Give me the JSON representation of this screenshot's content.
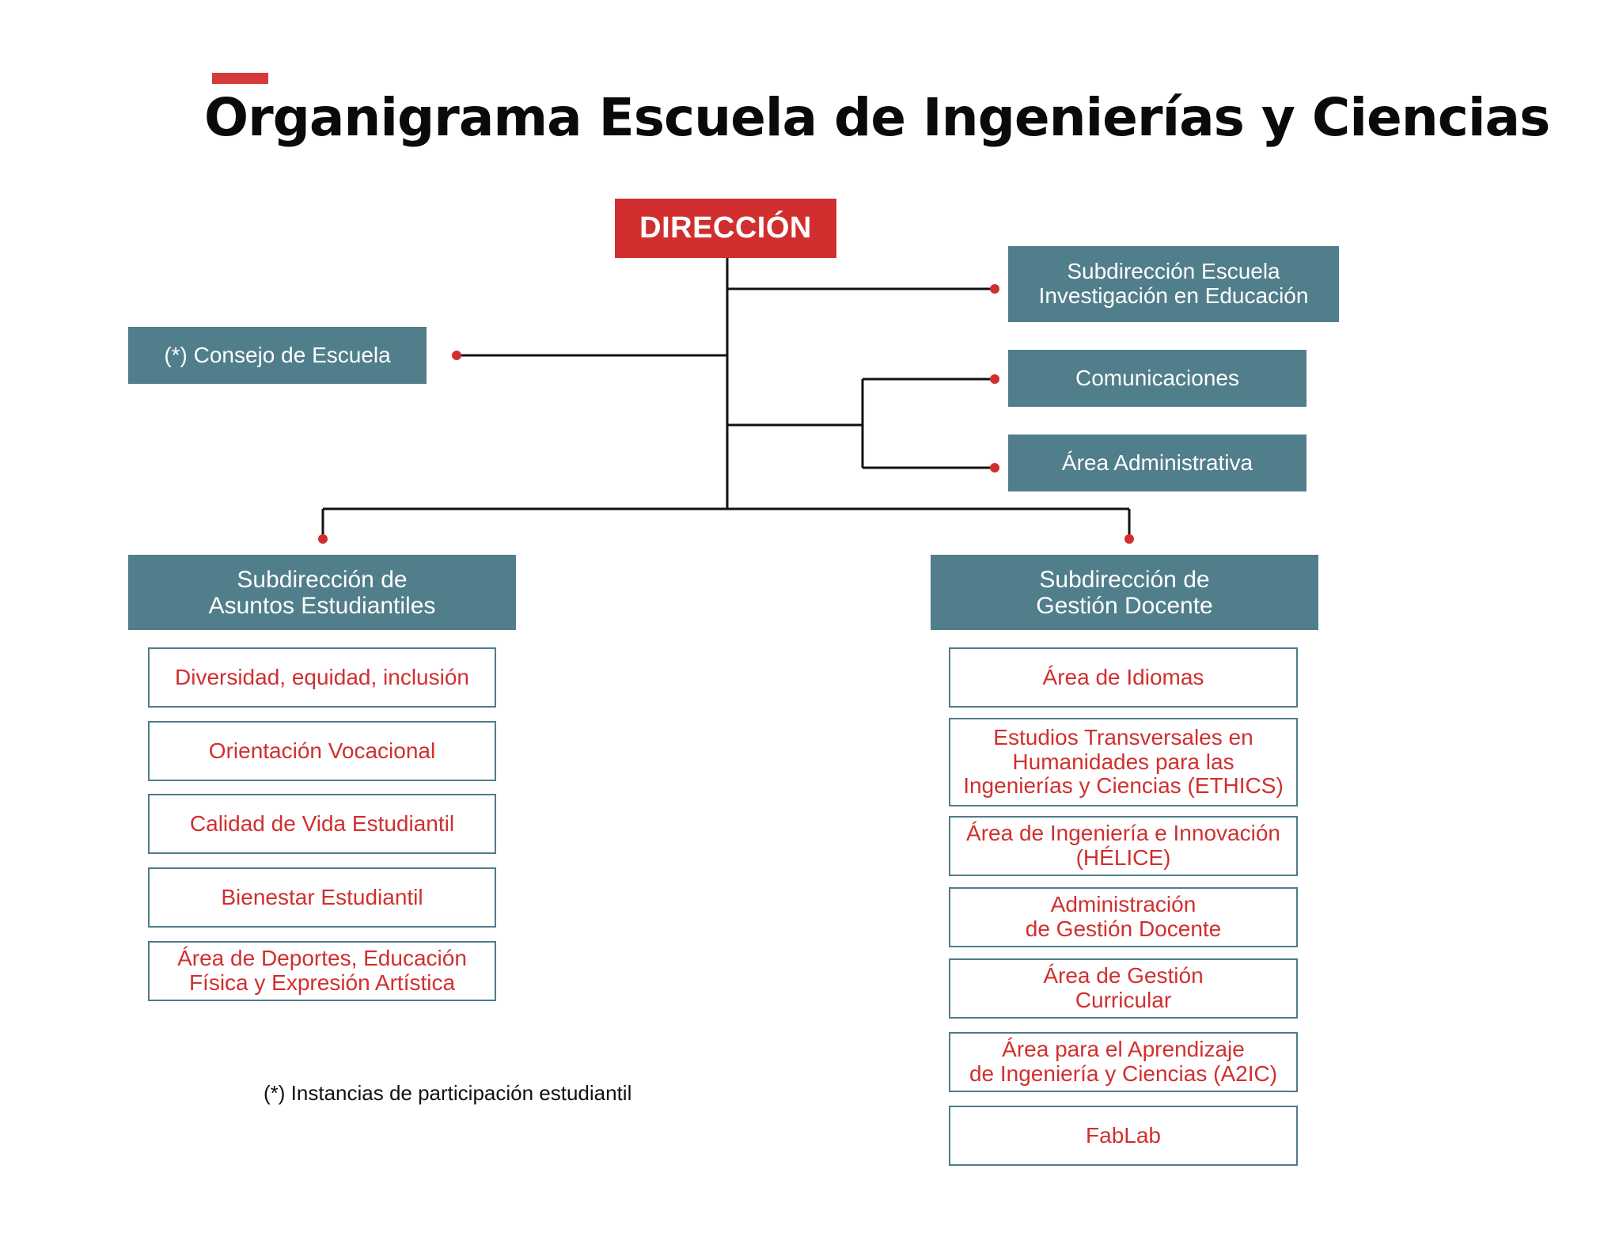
{
  "title": "Organigrama Escuela de Ingenierías y Ciencias",
  "colors": {
    "accent": "#d63a3a",
    "teal": "#517e8b",
    "red_text": "#d12f2f",
    "connector_dot": "#d12f2f"
  },
  "direccion": "DIRECCIÓN",
  "consejo": "(*) Consejo de Escuela",
  "right_units": {
    "subdireccion_investigacion": [
      "Subdirección Escuela",
      "Investigación en Educación"
    ],
    "comunicaciones": "Comunicaciones",
    "area_administrativa": "Área Administrativa"
  },
  "asuntos_estudiantiles": {
    "header": [
      "Subdirección de",
      "Asuntos Estudiantiles"
    ],
    "items": [
      [
        "Diversidad, equidad, inclusión"
      ],
      [
        "Orientación Vocacional"
      ],
      [
        "Calidad de Vida Estudiantil"
      ],
      [
        "Bienestar Estudiantil"
      ],
      [
        "Área de Deportes, Educación",
        "Física y Expresión Artística"
      ]
    ]
  },
  "gestion_docente": {
    "header": [
      "Subdirección de",
      "Gestión Docente"
    ],
    "items": [
      [
        "Área de Idiomas"
      ],
      [
        "Estudios Transversales en",
        "Humanidades para las",
        "Ingenierías y Ciencias (ETHICS)"
      ],
      [
        "Área de Ingeniería e Innovación",
        "(HÉLICE)"
      ],
      [
        "Administración",
        "de Gestión Docente"
      ],
      [
        "Área de Gestión",
        "Curricular"
      ],
      [
        "Área para el Aprendizaje",
        "de Ingeniería y Ciencias (A2IC)"
      ],
      [
        "FabLab"
      ]
    ]
  },
  "footnote": "(*) Instancias de participación estudiantil"
}
